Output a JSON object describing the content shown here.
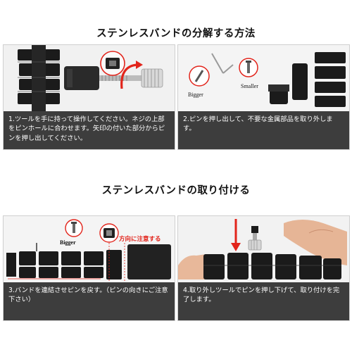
{
  "section1": {
    "title": "ステンレスバンドの分解する方法",
    "panels": [
      {
        "caption": "1.ツールを手に持って操作してください。ネジの上部をピンホールに合わせます。矢印の付いた部分からピンを押し出してください。",
        "labels": {}
      },
      {
        "caption": "2.ピンを押し出して、不要な金属部品を取り外します。",
        "labels": {
          "bigger": "Bigger",
          "smaller": "Smaller"
        }
      }
    ]
  },
  "section2": {
    "title": "ステンレスバンドの取り付ける",
    "panels": [
      {
        "caption": "3.バンドを連結させピンを戻す。（ピンの向きにご注意下さい）",
        "labels": {
          "bigger": "Bigger",
          "direction": "方向に注意する"
        }
      },
      {
        "caption": "4.取り外しツールでピンを押し下げて、取り付けを完了します。",
        "labels": {}
      }
    ]
  },
  "colors": {
    "accent": "#e2241b",
    "caption_bg": "#3d3d3d",
    "band": "#1b1b1b"
  },
  "icons": [
    "zoom-circle-icon",
    "curved-arrow-icon",
    "down-arrow-icon",
    "pin-icon",
    "hand-icon",
    "tool-icon"
  ]
}
